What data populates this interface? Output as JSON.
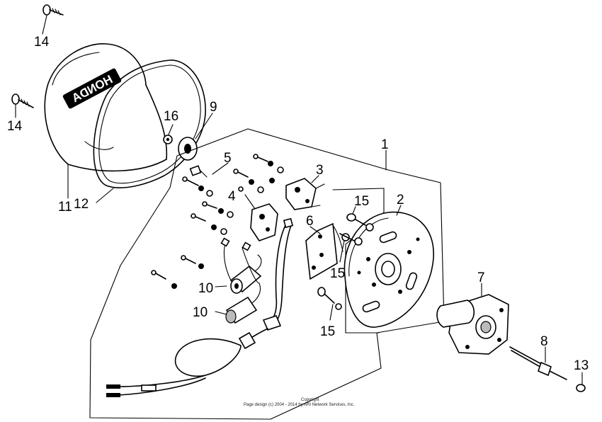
{
  "callouts": {
    "c1": "1",
    "c2": "2",
    "c3": "3",
    "c4": "4",
    "c5": "5",
    "c6": "6",
    "c7": "7",
    "c8": "8",
    "c9": "9",
    "c10a": "10",
    "c10b": "10",
    "c11": "11",
    "c12": "12",
    "c13": "13",
    "c14a": "14",
    "c14b": "14",
    "c15a": "15",
    "c15b": "15",
    "c15c": "15",
    "c16": "16"
  },
  "cover_logo": "HONDA",
  "copyright": {
    "line1": "Copyright",
    "line2": "Page design (c) 2004 - 2014 by ARI Network Services, Inc."
  }
}
